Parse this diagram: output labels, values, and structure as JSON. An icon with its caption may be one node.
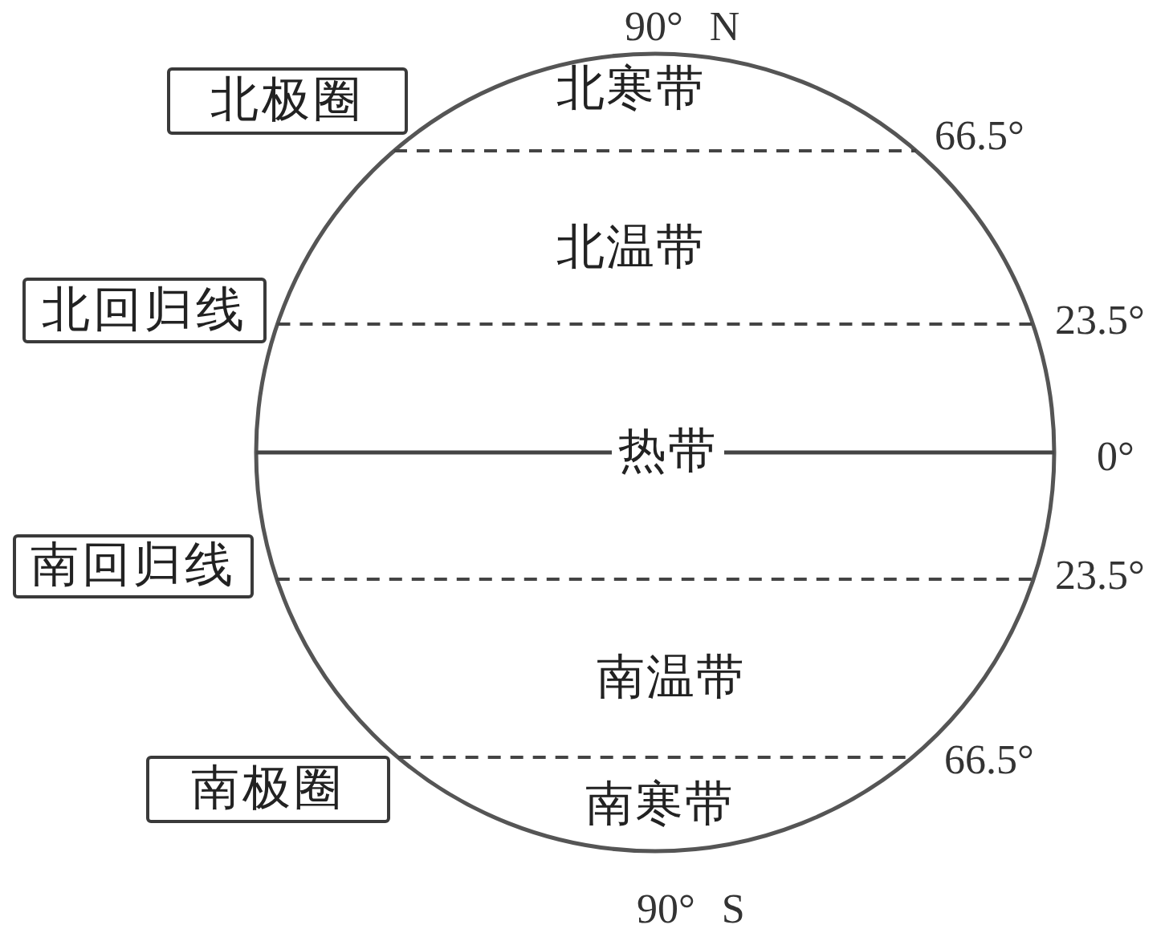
{
  "diagram": {
    "nodes": [
      {
        "text": [
          "北寒带",
          "北温带",
          "热带",
          "南温带",
          "南寒带"
        ]
      },
      {
        "text": [
          "北极圈"
        ]
      },
      {
        "text": [
          "北回归线"
        ]
      },
      {
        "text": [
          "南回归线"
        ]
      },
      {
        "text": [
          "南极圈"
        ]
      }
    ],
    "labels": [
      "90° N",
      "66.5°",
      "23.5°",
      "0°",
      "23.5°",
      "66.5°",
      "90° S"
    ]
  }
}
